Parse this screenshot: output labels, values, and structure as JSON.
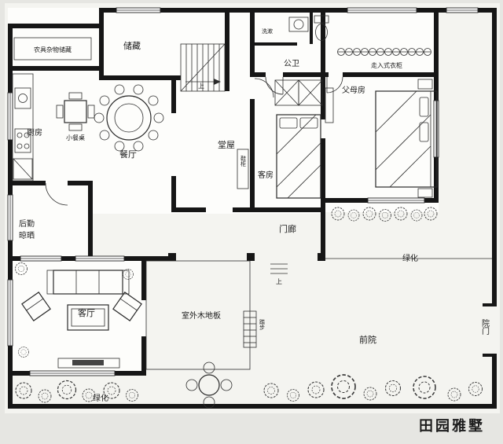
{
  "watermark": {
    "text": "田园雅墅",
    "color": "#c9992e"
  },
  "labels": {
    "farm_storage": "农具杂物储藏",
    "storage": "储藏",
    "washing": "洗漱",
    "public_bath": "公卫",
    "walkin_closet": "走入式衣柜",
    "parents_room": "父母房",
    "kitchen": "厨房",
    "small_table": "小餐桌",
    "dining": "餐厅",
    "hall": "堂屋",
    "shoe_cabinet": "鞋柜",
    "guest_room": "客房",
    "laundry1": "后勤",
    "laundry2": "晾晒",
    "porch": "门廊",
    "up": "上",
    "steps": "踏步",
    "green_right": "绿化",
    "green_bottom": "绿化",
    "living": "客厅",
    "deck": "室外木地板",
    "front_yard": "前院",
    "yard_gate": "院门"
  }
}
